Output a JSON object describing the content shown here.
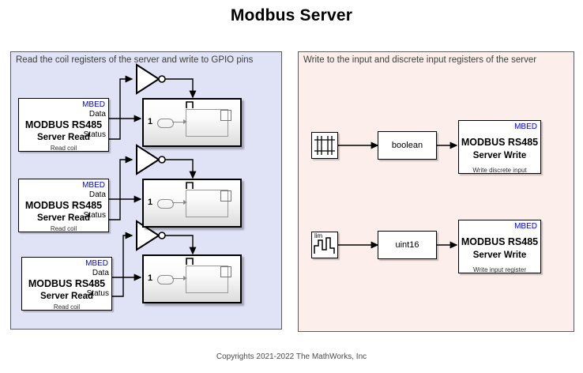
{
  "title": "Modbus Server",
  "footer": "Copyrights 2021-2022 The MathWorks, Inc",
  "colors": {
    "read_panel_bg": "#e0e2f5",
    "write_panel_bg": "#fceeea",
    "panel_border": "#5a5a6e",
    "vendor_text": "#0000ee",
    "wire": "#000000",
    "block_fill": "#ffffff",
    "gpio_fill": "#dcdcdc"
  },
  "panels": {
    "read": {
      "caption": "Read the coil registers of the server and write to GPIO pins"
    },
    "write": {
      "caption": "Write to the input and discrete input registers of the server"
    }
  },
  "read_blocks": [
    {
      "vendor": "MBED",
      "title": "MODBUS RS485",
      "subtitle": "Server Read",
      "description": "Read coil",
      "port_data": "Data",
      "port_status": "Status"
    },
    {
      "vendor": "MBED",
      "title": "MODBUS RS485",
      "subtitle": "Server Read",
      "description": "Read coil",
      "port_data": "Data",
      "port_status": "Status"
    },
    {
      "vendor": "MBED",
      "title": "MODBUS RS485",
      "subtitle": "Server Read",
      "description": "Read coil",
      "port_data": "Data",
      "port_status": "Status"
    }
  ],
  "gpio_blocks": [
    {
      "port_number": "1",
      "icon": "gpio-write-icon"
    },
    {
      "port_number": "1",
      "icon": "gpio-write-icon"
    },
    {
      "port_number": "1",
      "icon": "gpio-write-icon"
    }
  ],
  "not_gates": [
    {
      "icon": "logical-not-gate-icon"
    },
    {
      "icon": "logical-not-gate-icon"
    },
    {
      "icon": "logical-not-gate-icon"
    }
  ],
  "write_rows": [
    {
      "source": {
        "icon": "pulse-generator-icon",
        "label": ""
      },
      "conversion": {
        "label": "boolean"
      },
      "target": {
        "vendor": "MBED",
        "title": "MODBUS RS485",
        "subtitle": "Server Write",
        "description": "Write discrete input"
      }
    },
    {
      "source": {
        "icon": "repeating-sequence-stair-icon",
        "label": "lim"
      },
      "conversion": {
        "label": "uint16"
      },
      "target": {
        "vendor": "MBED",
        "title": "MODBUS RS485",
        "subtitle": "Server Write",
        "description": "Write input register"
      }
    }
  ]
}
